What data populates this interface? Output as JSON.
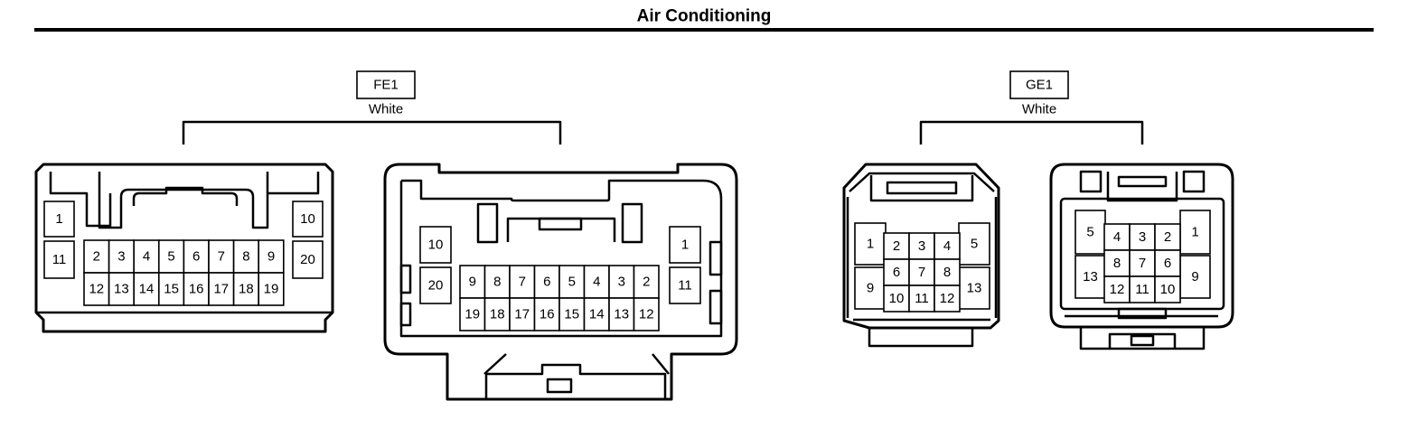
{
  "title": "Air Conditioning",
  "connectors": [
    {
      "code": "FE1",
      "color": "White",
      "views": [
        {
          "side": [
            {
              "top": "1",
              "bottom": "11"
            },
            {
              "top": "10",
              "bottom": "20"
            }
          ],
          "rows": [
            [
              "2",
              "3",
              "4",
              "5",
              "6",
              "7",
              "8",
              "9"
            ],
            [
              "12",
              "13",
              "14",
              "15",
              "16",
              "17",
              "18",
              "19"
            ]
          ]
        },
        {
          "side": [
            {
              "top": "10",
              "bottom": "20"
            },
            {
              "top": "1",
              "bottom": "11"
            }
          ],
          "rows": [
            [
              "9",
              "8",
              "7",
              "6",
              "5",
              "4",
              "3",
              "2"
            ],
            [
              "19",
              "18",
              "17",
              "16",
              "15",
              "14",
              "13",
              "12"
            ]
          ]
        }
      ]
    },
    {
      "code": "GE1",
      "color": "White",
      "views": [
        {
          "side": [
            {
              "top": "1",
              "bottom": "9"
            },
            {
              "top": "5",
              "bottom": "13"
            }
          ],
          "rows": [
            [
              "2",
              "3",
              "4"
            ],
            [
              "6",
              "7",
              "8"
            ],
            [
              "10",
              "11",
              "12"
            ]
          ]
        },
        {
          "side": [
            {
              "top": "5",
              "bottom": "13"
            },
            {
              "top": "1",
              "bottom": "9"
            }
          ],
          "rows": [
            [
              "4",
              "3",
              "2"
            ],
            [
              "8",
              "7",
              "6"
            ],
            [
              "12",
              "11",
              "10"
            ]
          ]
        }
      ]
    }
  ]
}
